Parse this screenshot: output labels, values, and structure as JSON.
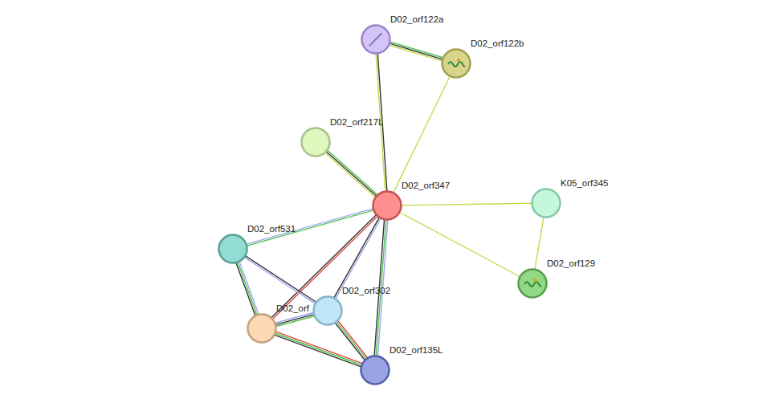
{
  "diagram": {
    "nodes": [
      {
        "text": [
          "D02_orf122a"
        ]
      },
      {
        "text": [
          "D02_orf122b"
        ]
      },
      {
        "text": [
          "D02_orf217L"
        ]
      },
      {
        "text": [
          "D02_orf347"
        ]
      },
      {
        "text": [
          "K05_orf345"
        ]
      },
      {
        "text": [
          "D02_orf531"
        ]
      },
      {
        "text": [
          "D02_orf129"
        ]
      },
      {
        "text": [
          "D02_orf302"
        ]
      },
      {
        "text": [
          "D02_orf"
        ]
      },
      {
        "text": [
          "D02_orf135L"
        ]
      }
    ],
    "edges": [
      {
        "from": 0,
        "to": 1,
        "arrow": "none"
      },
      {
        "from": 0,
        "to": 3,
        "arrow": "none"
      },
      {
        "from": 1,
        "to": 3,
        "arrow": "none"
      },
      {
        "from": 2,
        "to": 3,
        "arrow": "none"
      },
      {
        "from": 3,
        "to": 4,
        "arrow": "none"
      },
      {
        "from": 3,
        "to": 6,
        "arrow": "none"
      },
      {
        "from": 4,
        "to": 6,
        "arrow": "none"
      },
      {
        "from": 3,
        "to": 5,
        "arrow": "none"
      },
      {
        "from": 3,
        "to": 8,
        "arrow": "none"
      },
      {
        "from": 3,
        "to": 7,
        "arrow": "none"
      },
      {
        "from": 3,
        "to": 9,
        "arrow": "none"
      },
      {
        "from": 5,
        "to": 8,
        "arrow": "none"
      },
      {
        "from": 5,
        "to": 7,
        "arrow": "none"
      },
      {
        "from": 8,
        "to": 7,
        "arrow": "none"
      },
      {
        "from": 8,
        "to": 9,
        "arrow": "none"
      },
      {
        "from": 7,
        "to": 9,
        "arrow": "none"
      }
    ]
  }
}
